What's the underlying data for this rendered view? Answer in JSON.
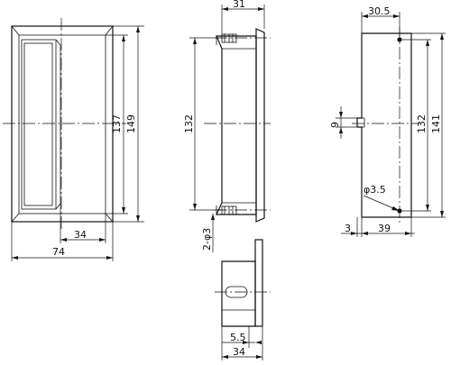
{
  "drawing": {
    "dims": {
      "front_overall_height": "149",
      "front_inner_height": "137",
      "front_inner_width": "34",
      "front_overall_width": "74",
      "side_top_depth": "31",
      "side_hole_spacing": "132",
      "side_hole_note": "2-φ3",
      "bottom_depth": "34",
      "bottom_offset": "5.5",
      "back_top_width": "30.5",
      "back_slot": "9",
      "back_hole_label": "φ3.5",
      "back_hole_spacing": "132",
      "back_height": "141",
      "back_offset": "3",
      "back_width": "39"
    }
  }
}
